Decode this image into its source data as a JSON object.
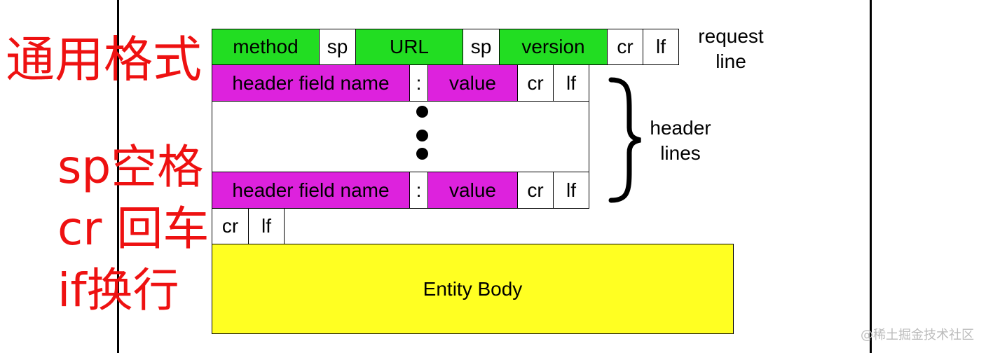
{
  "request_line": {
    "method": "method",
    "sp1": "sp",
    "url": "URL",
    "sp2": "sp",
    "version": "version",
    "cr": "cr",
    "lf": "lf",
    "label_line1": "request",
    "label_line2": "line"
  },
  "header_line_1": {
    "field_name": "header field name",
    "colon": ":",
    "value": "value",
    "cr": "cr",
    "lf": "lf"
  },
  "header_line_2": {
    "field_name": "header field name",
    "colon": ":",
    "value": "value",
    "cr": "cr",
    "lf": "lf"
  },
  "header_lines_label": {
    "line1": "header",
    "line2": "lines"
  },
  "blank_line": {
    "cr": "cr",
    "lf": "lf"
  },
  "entity_body": "Entity Body",
  "annotations": {
    "general_format": "通用格式",
    "sp_note": "sp空格",
    "cr_note": "cr 回车",
    "lf_note": "if换行"
  },
  "watermark": "@稀土掘金技术社区",
  "colors": {
    "request_line": "#22dd22",
    "header_fields": "#dd22dd",
    "entity_body": "#ffff22",
    "annotation_text": "#ee1111"
  }
}
